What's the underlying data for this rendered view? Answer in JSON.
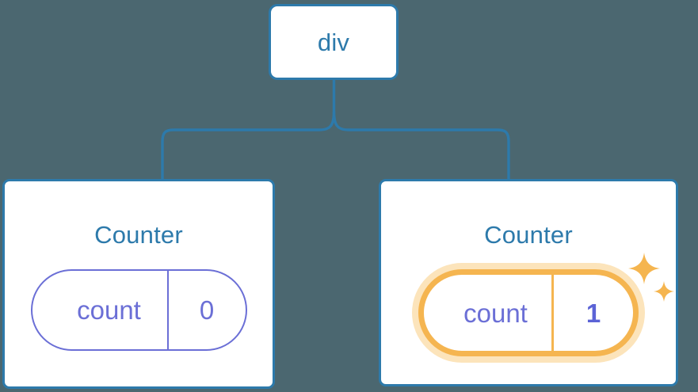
{
  "diagram": {
    "title": "React component tree with highlighted state update",
    "background_color": "#4b6770",
    "node_border_color": "#2d7aab",
    "node_text_color": "#2d7aab",
    "connector_color": "#2d7aab",
    "state_color": "#6b6fd6",
    "highlight_color": "#f5b550",
    "highlight_glow_color": "#fce4bb",
    "highlight_value_color": "#5b63d6"
  },
  "root": {
    "label": "div"
  },
  "children": [
    {
      "label": "Counter",
      "state": {
        "key": "count",
        "value": "0"
      },
      "highlighted": false
    },
    {
      "label": "Counter",
      "state": {
        "key": "count",
        "value": "1"
      },
      "highlighted": true,
      "sparkles": [
        {
          "name": "sparkle-large-icon"
        },
        {
          "name": "sparkle-small-icon"
        }
      ]
    }
  ]
}
